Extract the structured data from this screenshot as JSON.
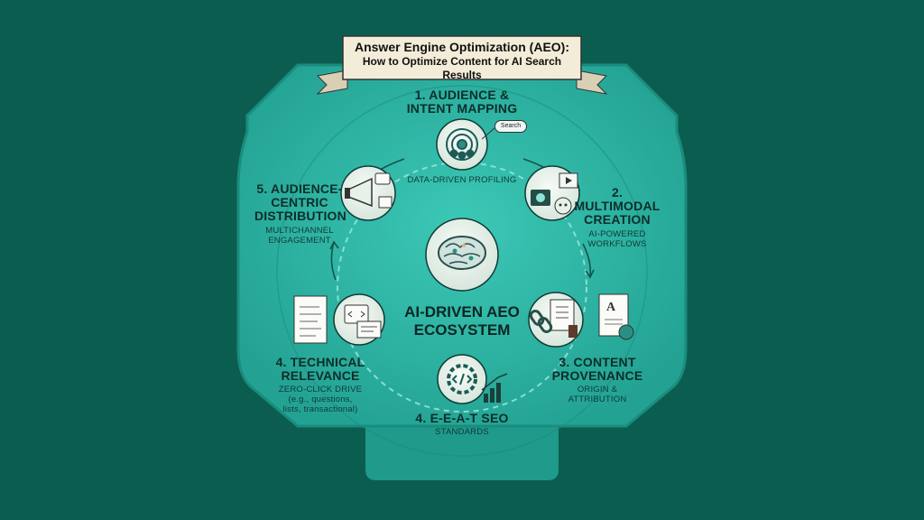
{
  "title": {
    "line1": "Answer Engine Optimization (AEO):",
    "line2": "How to Optimize Content for AI Search Results"
  },
  "center": {
    "line1": "AI-DRIVEN AEO",
    "line2": "ECOSYSTEM"
  },
  "steps": [
    {
      "title_line1": "1. AUDIENCE &",
      "title_line2": "INTENT MAPPING",
      "subtitle": "DATA-DRIVEN PROFILING",
      "icon": "audience-target-icon",
      "tag": "Search"
    },
    {
      "title_line1": "2.",
      "title_line2": "MULTIMODAL",
      "title_line3": "CREATION",
      "subtitle_line1": "AI-POWERED",
      "subtitle_line2": "WORKFLOWS",
      "icon": "camera-video-icon"
    },
    {
      "title_line1": "3. CONTENT",
      "title_line2": "PROVENANCE",
      "subtitle_line1": "ORIGIN &",
      "subtitle_line2": "ATTRIBUTION",
      "icon": "chain-document-icon"
    },
    {
      "title_line1": "4. E-E-A-T SEO",
      "subtitle": "STANDARDS",
      "icon": "code-gear-icon"
    },
    {
      "title_line1": "4. TECHNICAL",
      "title_line2": "RELEVANCE",
      "subtitle_line1": "ZERO-CLICK DRIVE",
      "subtitle_line2": "(e.g., questions,",
      "subtitle_line3": "lists, transactional)",
      "icon": "code-window-icon"
    },
    {
      "title_line1": "5. AUDIENCE-",
      "title_line2": "CENTRIC",
      "title_line3": "DISTRIBUTION",
      "subtitle_line1": "MULTICHANNEL",
      "subtitle_line2": "ENGAGEMENT",
      "icon": "megaphone-icon"
    }
  ],
  "colors": {
    "background": "#0b5e4f",
    "panel": "#2ab0a0",
    "panel_light": "#3cc3b2",
    "badge": "#e8f1e8",
    "banner": "#f3ecd8",
    "ink": "#0d2d2a"
  }
}
